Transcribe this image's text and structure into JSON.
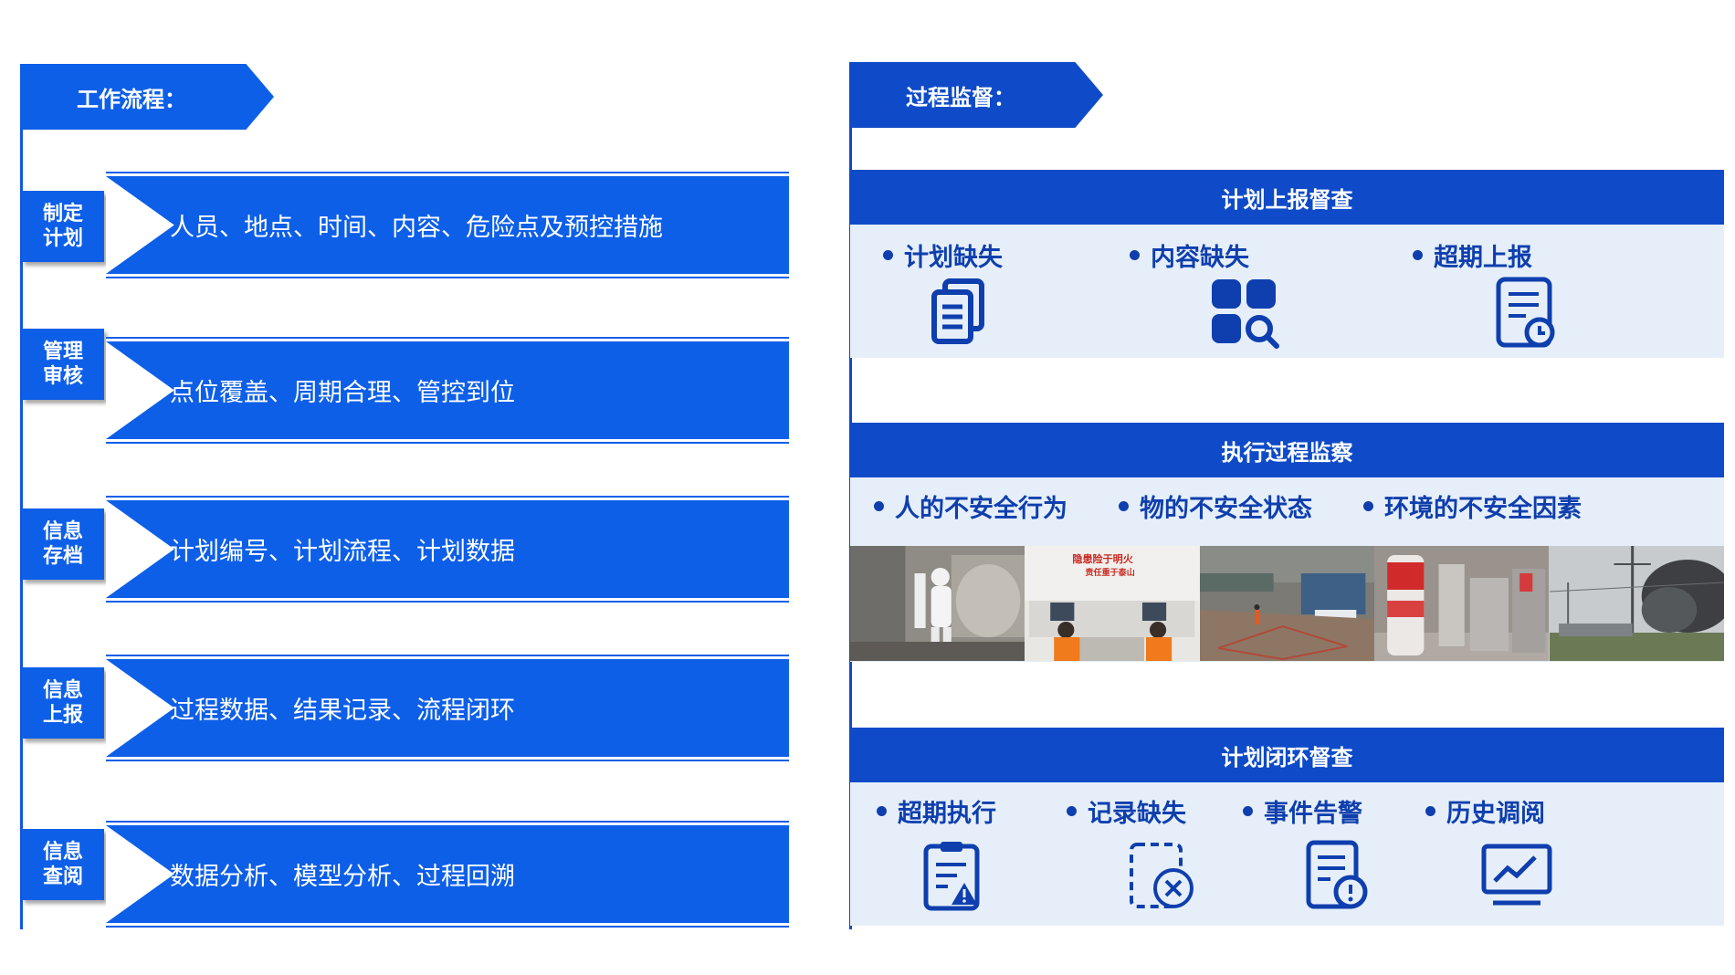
{
  "workflow": {
    "title": "工作流程：",
    "steps": [
      {
        "tab": "制定计划",
        "text": "人员、地点、时间、内容、危险点及预控措施"
      },
      {
        "tab": "管理审核",
        "text": "点位覆盖、周期合理、管控到位"
      },
      {
        "tab": "信息存档",
        "text": "计划编号、计划流程、计划数据"
      },
      {
        "tab": "信息上报",
        "text": "过程数据、结果记录、流程闭环"
      },
      {
        "tab": "信息查阅",
        "text": "数据分析、模型分析、过程回溯"
      }
    ]
  },
  "supervision": {
    "title": "过程监督：",
    "plan_report": {
      "heading": "计划上报督查",
      "items": [
        {
          "label": "计划缺失",
          "icon": "documents-icon"
        },
        {
          "label": "内容缺失",
          "icon": "grid-search-icon"
        },
        {
          "label": "超期上报",
          "icon": "document-clock-icon"
        }
      ]
    },
    "execution": {
      "heading": "执行过程监察",
      "items": [
        "人的不安全行为",
        "物的不安全状态",
        "环境的不安全因素"
      ],
      "photo_signs": {
        "sign_line1": "隐患险于明火",
        "sign_line2": "责任重于泰山"
      },
      "photos": [
        "worker-protective-suit-photo",
        "control-room-photo",
        "site-construction-photo",
        "chemical-containers-photo",
        "substation-smoke-photo"
      ]
    },
    "closed_loop": {
      "heading": "计划闭环督查",
      "items": [
        {
          "label": "超期执行",
          "icon": "clipboard-warning-icon"
        },
        {
          "label": "记录缺失",
          "icon": "missing-record-icon"
        },
        {
          "label": "事件告警",
          "icon": "document-alert-icon"
        },
        {
          "label": "历史调阅",
          "icon": "monitor-chart-icon"
        }
      ]
    }
  },
  "colors": {
    "primary": "#0d5fe8",
    "dark_blue": "#0f4bc8",
    "panel_bg": "#e6eff9",
    "text_blue": "#0f3fae"
  }
}
